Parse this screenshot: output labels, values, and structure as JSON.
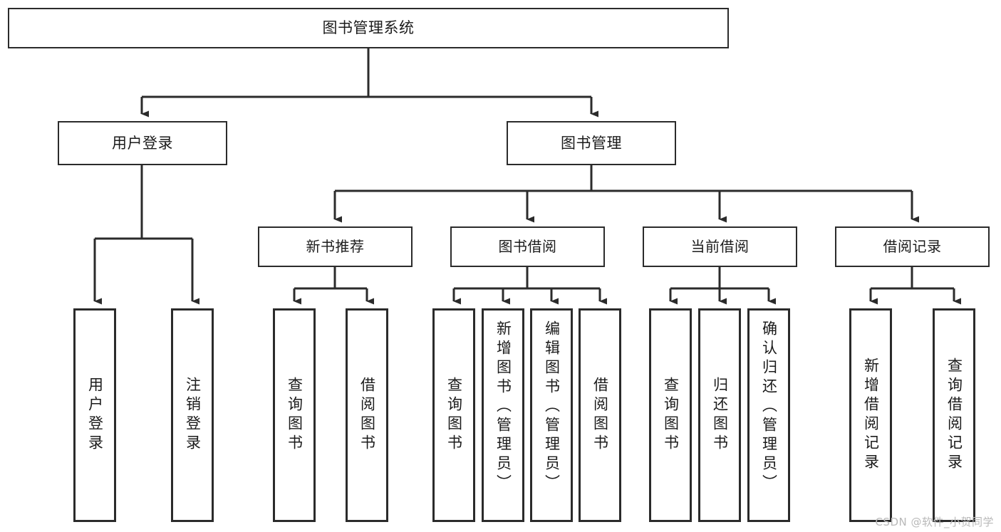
{
  "diagram": {
    "title": "图书管理系统",
    "type": "tree-hierarchy",
    "orientation": "top-down",
    "root": {
      "label": "图书管理系统"
    },
    "level_two": [
      {
        "label": "用户登录"
      },
      {
        "label": "图书管理"
      }
    ],
    "level_three": [
      {
        "label": "新书推荐"
      },
      {
        "label": "图书借阅"
      },
      {
        "label": "当前借阅"
      },
      {
        "label": "借阅记录"
      }
    ],
    "leaves": {
      "user_login": [
        {
          "label": "用户登录"
        },
        {
          "label": "注销登录"
        }
      ],
      "new_book_recommend": [
        {
          "label": "查询图书"
        },
        {
          "label": "借阅图书"
        }
      ],
      "book_borrow": [
        {
          "label": "查询图书"
        },
        {
          "label": "新增图书（管理员）"
        },
        {
          "label": "编辑图书（管理员）"
        },
        {
          "label": "借阅图书"
        }
      ],
      "current_borrow": [
        {
          "label": "查询图书"
        },
        {
          "label": "归还图书"
        },
        {
          "label": "确认归还（管理员）"
        }
      ],
      "borrow_record": [
        {
          "label": "新增借阅记录"
        },
        {
          "label": "查询借阅记录"
        }
      ]
    }
  },
  "watermark": {
    "text": "CSDN @软件_小贺同学"
  },
  "colors": {
    "stroke": "#2b2b2b",
    "fill": "#ffffff",
    "text": "#1b1b1b",
    "watermark": "#b9b9b9"
  }
}
